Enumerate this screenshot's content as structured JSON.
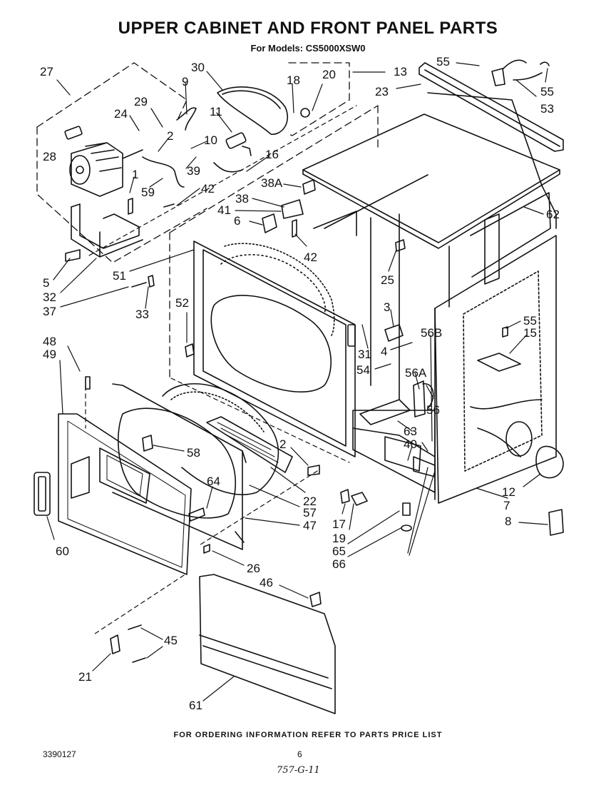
{
  "header": {
    "title": "UPPER CABINET AND FRONT PANEL PARTS",
    "subtitle": "For Models: CS5000XSW0"
  },
  "callouts": [
    "27",
    "30",
    "9",
    "18",
    "20",
    "13",
    "55",
    "29",
    "24",
    "11",
    "23",
    "55",
    "53",
    "28",
    "2",
    "10",
    "16",
    "1",
    "39",
    "59",
    "42",
    "38A",
    "38",
    "41",
    "62",
    "6",
    "42",
    "5",
    "32",
    "37",
    "51",
    "33",
    "25",
    "52",
    "3",
    "55",
    "15",
    "56B",
    "48",
    "49",
    "31",
    "4",
    "54",
    "56A",
    "56",
    "63",
    "40",
    "58",
    "2",
    "64",
    "22",
    "57",
    "12",
    "17",
    "7",
    "47",
    "8",
    "60",
    "19",
    "65",
    "66",
    "26",
    "46",
    "45",
    "21",
    "61"
  ],
  "footer": {
    "note": "FOR ORDERING INFORMATION REFER TO PARTS PRICE LIST",
    "doc_number": "3390127",
    "page_number": "6",
    "handwritten": "757-G-11"
  }
}
